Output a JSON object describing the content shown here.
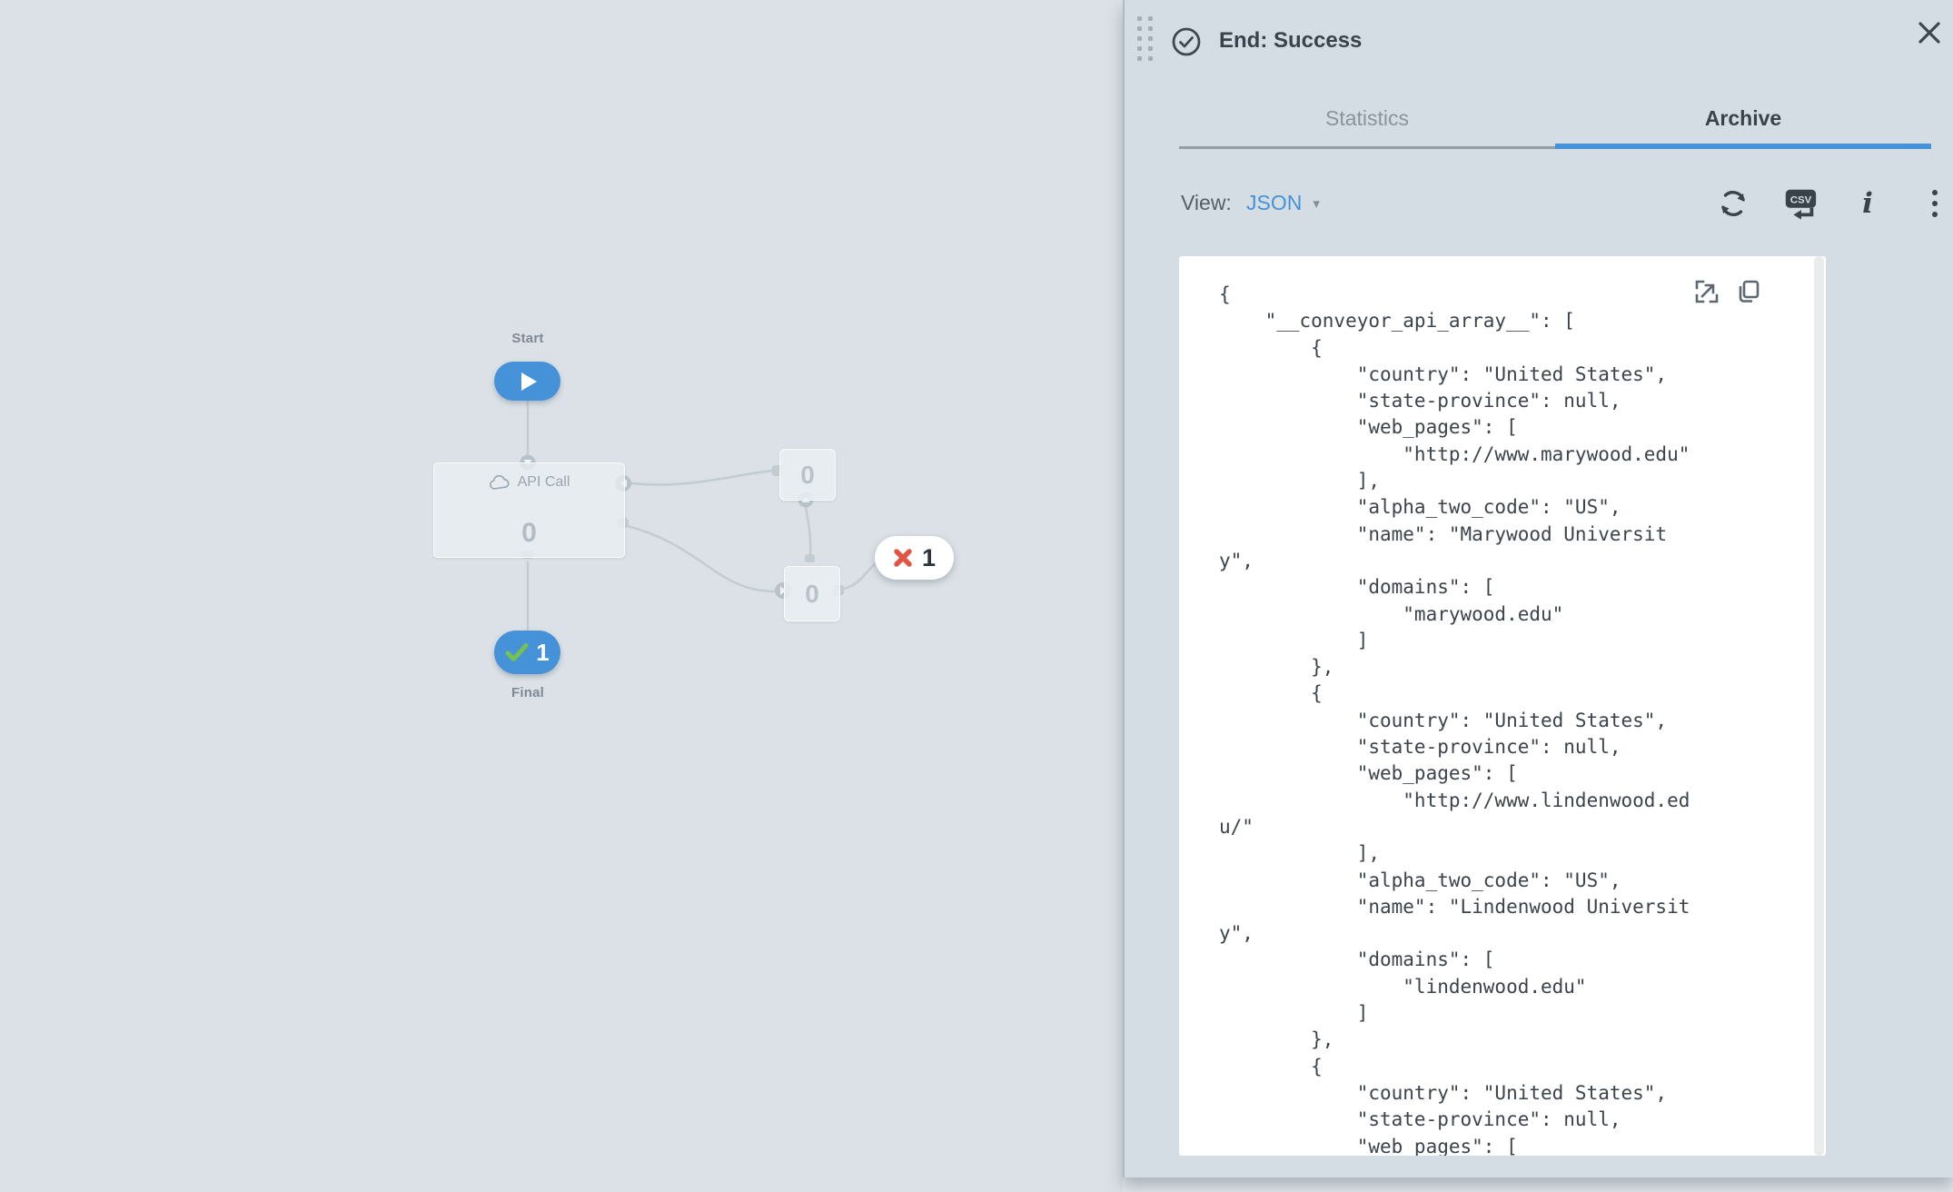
{
  "flow": {
    "start": {
      "label": "Start"
    },
    "api_call": {
      "label": "API Call",
      "count": "0"
    },
    "branch_top": {
      "count": "0"
    },
    "branch_bottom": {
      "count": "0"
    },
    "error_badge": {
      "count": "1"
    },
    "final": {
      "label": "Final",
      "count": "1"
    }
  },
  "panel": {
    "title": "End: Success",
    "icons": {
      "close": "✕",
      "dropdown_caret": "▾",
      "info": "i"
    },
    "tabs": [
      {
        "label": "Statistics"
      },
      {
        "label": "Archive"
      }
    ],
    "view": {
      "label": "View:",
      "selected": "JSON"
    },
    "archive": {
      "code_lines": [
        "{",
        "    \"__conveyor_api_array__\": [",
        "        {",
        "            \"country\": \"United States\",",
        "            \"state-province\": null,",
        "            \"web_pages\": [",
        "                \"http://www.marywood.edu\"",
        "            ],",
        "            \"alpha_two_code\": \"US\",",
        "            \"name\": \"Marywood Universit",
        "y\",",
        "            \"domains\": [",
        "                \"marywood.edu\"",
        "            ]",
        "        },",
        "        {",
        "            \"country\": \"United States\",",
        "            \"state-province\": null,",
        "            \"web_pages\": [",
        "                \"http://www.lindenwood.ed",
        "u/\"",
        "            ],",
        "            \"alpha_two_code\": \"US\",",
        "            \"name\": \"Lindenwood Universit",
        "y\",",
        "            \"domains\": [",
        "                \"lindenwood.edu\"",
        "            ]",
        "        },",
        "        {",
        "            \"country\": \"United States\",",
        "            \"state-province\": null,",
        "            \"web_pages\": ["
      ]
    }
  },
  "colors": {
    "accent_blue": "#4692d8",
    "error_red": "#e15643",
    "success_green": "#77c14f",
    "canvas_bg": "#dbe1e6",
    "panel_bg": "#d5dde4"
  }
}
